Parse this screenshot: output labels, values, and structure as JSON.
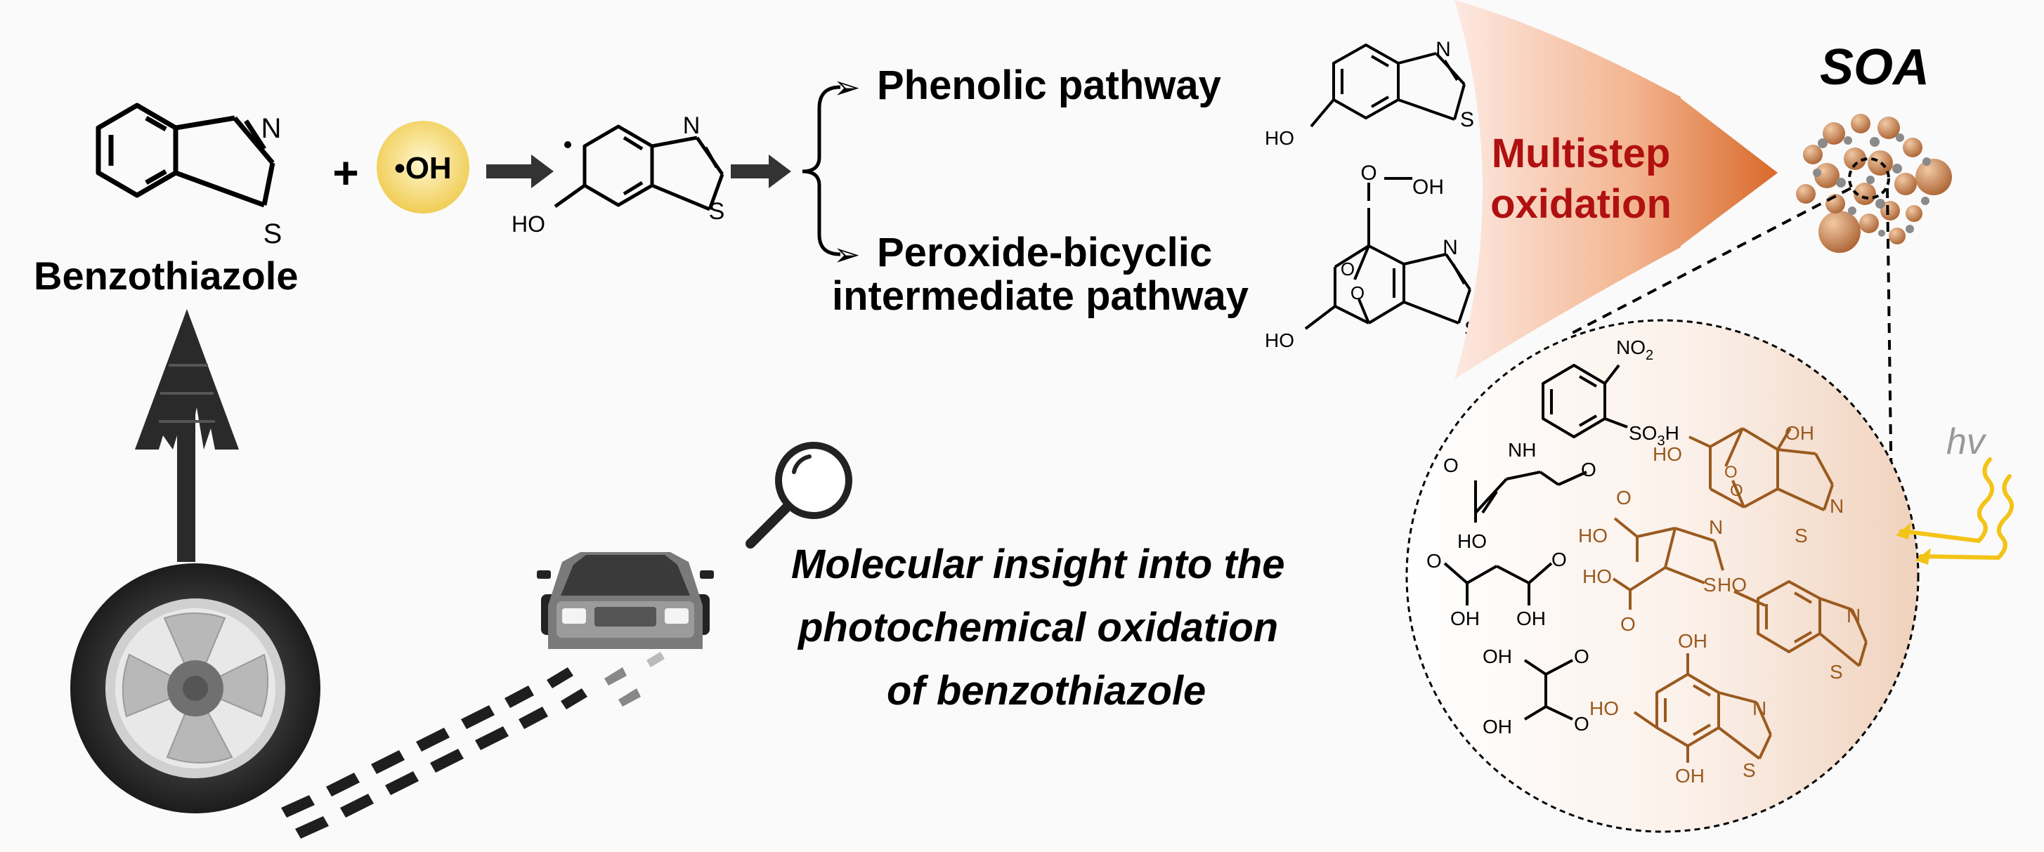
{
  "reactant": {
    "name": "Benzothiazole",
    "atom_n": "N",
    "atom_s": "S"
  },
  "reaction": {
    "plus": "+",
    "radical": "•OH"
  },
  "intermediate": {
    "hydroxyl": "HO",
    "atom_n": "N",
    "atom_s": "S"
  },
  "pathways": [
    {
      "label": "Phenolic pathway"
    },
    {
      "label_line1": "Peroxide-bicyclic",
      "label_line2": "intermediate pathway"
    }
  ],
  "phenol_product": {
    "hydroxyl": "HO",
    "atom_n": "N",
    "atom_s": "S"
  },
  "peroxide_product": {
    "top_o": "O",
    "top_oh": "OH",
    "bridge_o1": "O",
    "bridge_o2": "O",
    "hydroxyl": "HO",
    "atom_n": "N",
    "atom_s": "S"
  },
  "funnel": {
    "line1": "Multistep",
    "line2": "oxidation"
  },
  "soa": {
    "title": "SOA"
  },
  "light": {
    "label": "hv"
  },
  "caption": {
    "line1": "Molecular insight into the",
    "line2": "photochemical oxidation",
    "line3": "of benzothiazole"
  },
  "products": {
    "nitro_group": "NO",
    "nitro_sub": "2",
    "sulfo_prefix": "SO",
    "sulfo_sub": "3",
    "sulfo_suffix": "H",
    "carbamate_nh": "NH",
    "carbamate_o1": "O",
    "carbamate_o2": "O",
    "carbamate_ho": "HO",
    "malonic_o1": "O",
    "malonic_o2": "O",
    "malonic_oh1": "OH",
    "malonic_oh2": "OH",
    "oxalic_oh1": "OH",
    "oxalic_oh2": "OH",
    "oxalic_o1": "O",
    "oxalic_o2": "O",
    "bicyclic_ho": "HO",
    "bicyclic_oh": "OH",
    "bicyclic_o1": "O",
    "bicyclic_o2": "O",
    "bicyclic_n": "N",
    "bicyclic_s": "S",
    "diacid_o1": "O",
    "diacid_ho1": "HO",
    "diacid_ho2": "HO",
    "diacid_o2": "O",
    "diacid_n": "N",
    "diacid_s": "S",
    "hobt_ho": "HO",
    "hobt_n": "N",
    "hobt_s": "S",
    "triol_oh1": "OH",
    "triol_ho": "HO",
    "triol_oh2": "OH",
    "triol_n": "N",
    "triol_s": "S"
  },
  "colors": {
    "product_brown": "#9a5a1f",
    "funnel_text": "#b01010",
    "oh_circle": "#f3d56a",
    "arrow": "#333333"
  }
}
